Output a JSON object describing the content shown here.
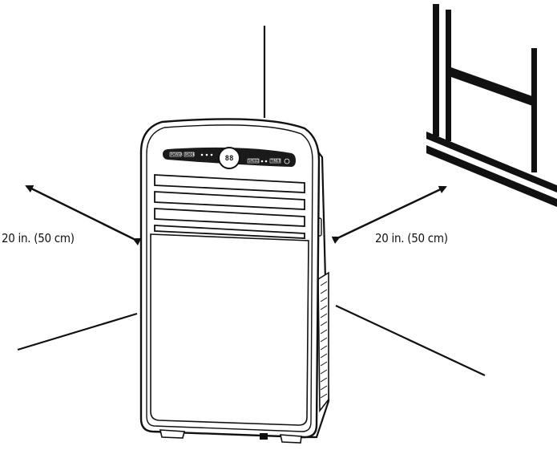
{
  "diagram": {
    "clearance_left": "20 in. (50 cm)",
    "clearance_right": "20 in. (50 cm)",
    "panel_buttons": [
      "POWER",
      "MODE",
      "SPEED",
      "TIMER"
    ],
    "panel_display": "88",
    "colors": {
      "line": "#111111",
      "panel": "#1a1a1a",
      "background": "#ffffff"
    }
  }
}
